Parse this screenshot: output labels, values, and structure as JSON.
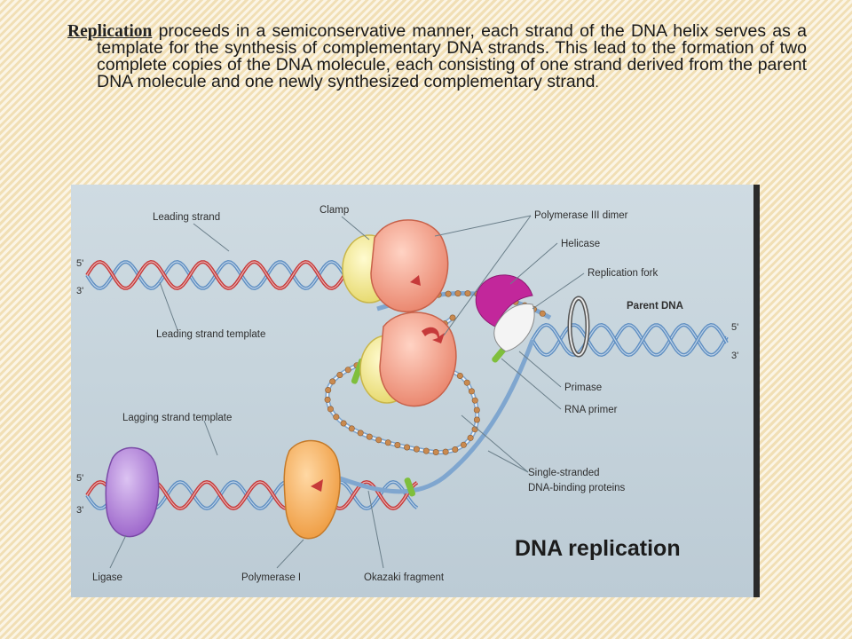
{
  "slide": {
    "term": "Replication",
    "paragraph": " proceeds in a semiconservative manner, each strand of the DNA helix serves as a template for the synthesis of complementary DNA strands. This lead to the formation of two complete copies of the DNA molecule, each consisting of one strand derived from the parent DNA molecule and one newly synthesized complementary strand",
    "period": "."
  },
  "figure": {
    "title": "DNA replication",
    "labels": {
      "leading_strand": "Leading strand",
      "clamp": "Clamp",
      "polymerase_iii": "Polymerase III dimer",
      "helicase": "Helicase",
      "replication_fork": "Replication fork",
      "parent_dna": "Parent DNA",
      "leading_template": "Leading strand template",
      "primase": "Primase",
      "rna_primer": "RNA primer",
      "lagging_template": "Lagging strand template",
      "ssb_line1": "Single-stranded",
      "ssb_line2": "DNA-binding proteins",
      "ligase": "Ligase",
      "polymerase_i": "Polymerase I",
      "okazaki": "Okazaki fragment"
    },
    "ends": {
      "top_left_5": "5'",
      "top_left_3": "3'",
      "right_5": "5'",
      "right_3": "3'",
      "bottom_left_5": "5'",
      "bottom_left_3": "3'"
    },
    "colors": {
      "leading_strand": "#c63a3a",
      "template_strand": "#5f8fc2",
      "clamp": "#f3e98a",
      "polymerase": "#f5a48e",
      "helicase": "#c2279b",
      "ligase": "#b07ad6",
      "polymerase_i": "#f5ae5a",
      "ssb": "#c98a50",
      "primer": "#7fbf3c"
    }
  }
}
